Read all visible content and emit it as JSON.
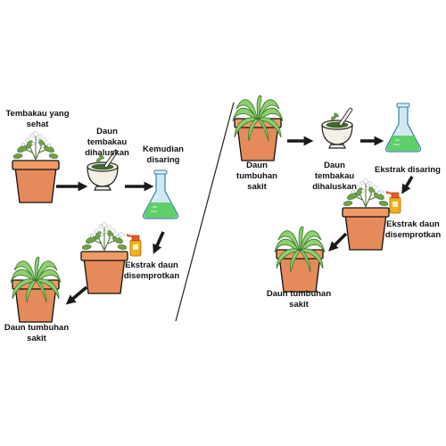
{
  "left_panel": {
    "healthy_tobacco": "Tembakau yang sehat",
    "ground_leaves": "Daun tembakau dihaluskan",
    "filtered": "Kemudian disaring",
    "sprayed": "Ekstrak daun disemprotkan",
    "sick_leaves": "Daun tumbuhan sakit"
  },
  "right_panel": {
    "sick_leaves_top": "Daun tumbuhan sakit",
    "ground_leaves": "Daun tembakau dihaluskan",
    "filtered": "Ekstrak disaring",
    "sprayed": "Ekstrak daun disemprotkan",
    "sick_leaves_bottom": "Daun tumbuhan sakit"
  },
  "colors": {
    "pot": "#e58a5a",
    "pot_rim": "#f09a66",
    "healthy_leaf": "#6fa34a",
    "sick_leaf": "#8fcf72",
    "sick_leaf_edge": "#3f7d2e",
    "liquid": "#5fcf6a",
    "flask_glass": "#cfe9f3",
    "arrow": "#1a1a1a",
    "mortar": "#f4f0e6",
    "paste": "#3d6b2b"
  }
}
